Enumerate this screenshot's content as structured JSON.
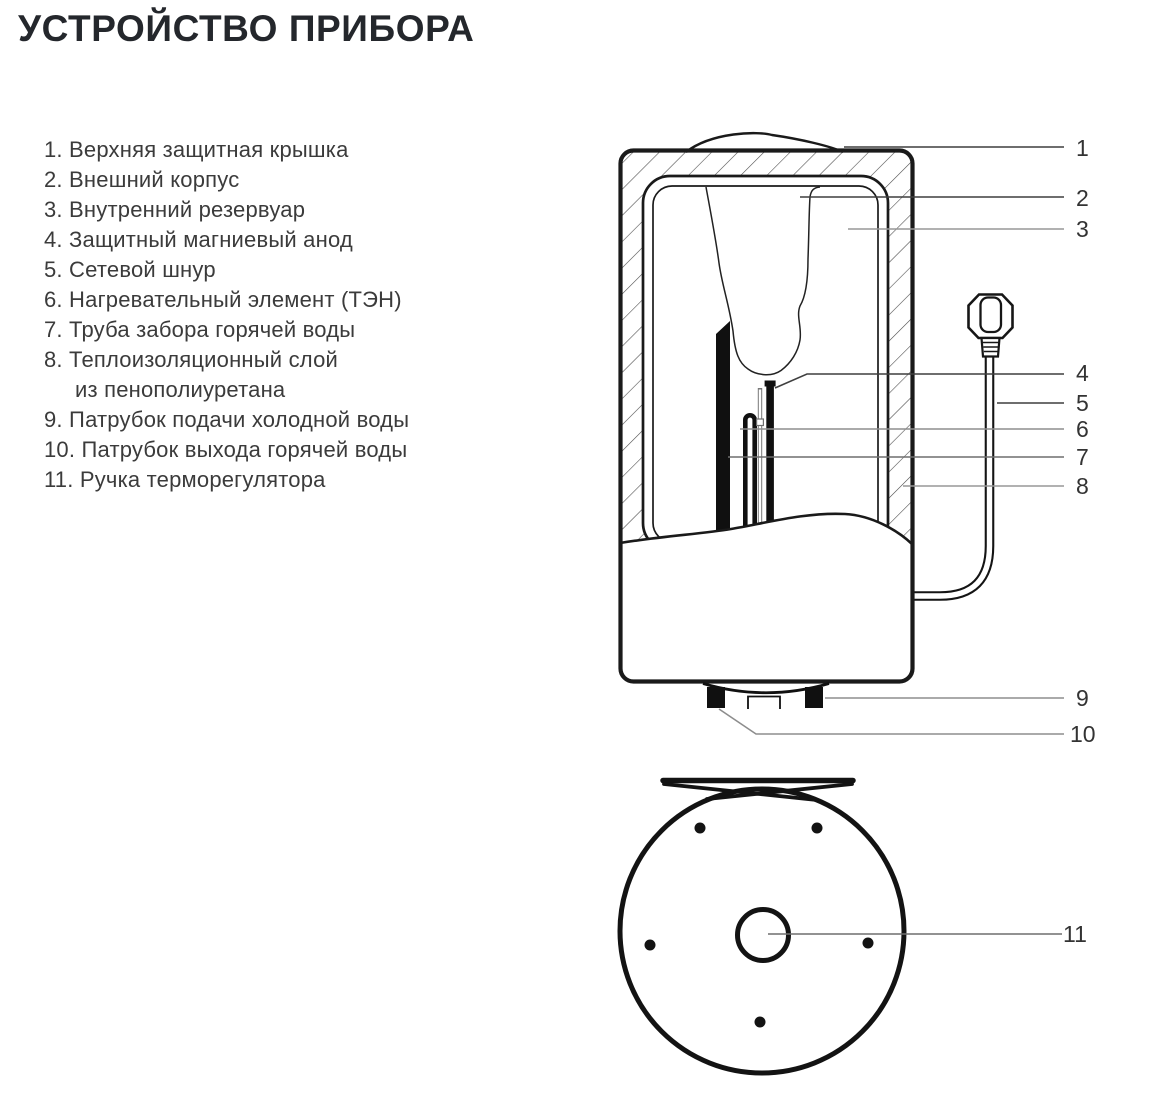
{
  "title": "УСТРОЙСТВО ПРИБОРА",
  "parts": [
    {
      "label": "1. Верхняя защитная крышка"
    },
    {
      "label": "2. Внешний корпус"
    },
    {
      "label": "3. Внутренний резервуар"
    },
    {
      "label": "4. Защитный магниевый анод"
    },
    {
      "label": "5. Сетевой шнур"
    },
    {
      "label": "6. Нагревательный элемент (ТЭН)"
    },
    {
      "label": "7. Труба забора горячей воды"
    },
    {
      "label": "8. Теплоизоляционный слой",
      "label2": "из пенополиуретана"
    },
    {
      "label": "9. Патрубок подачи холодной воды"
    },
    {
      "label": "10. Патрубок выхода горячей воды"
    },
    {
      "label": "11. Ручка терморегулятора"
    }
  ],
  "callouts": [
    "1",
    "2",
    "3",
    "4",
    "5",
    "6",
    "7",
    "8",
    "9",
    "10",
    "11"
  ],
  "colors": {
    "ink": "#1a1a1a",
    "callout_dark": "#3f3f3f",
    "callout_gray": "#979797",
    "list_text": "#3b3b3b",
    "title_text": "#24272c"
  }
}
